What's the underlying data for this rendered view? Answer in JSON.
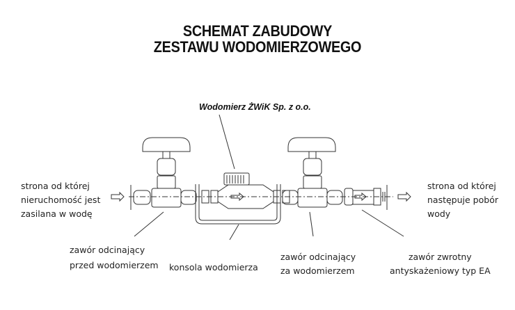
{
  "title": {
    "line1": "SCHEMAT ZABUDOWY",
    "line2": "ZESTAWU WODOMIERZOWEGO"
  },
  "meter_label": "Wodomierz ŻWiK Sp. z o.o.",
  "inlet": {
    "line1": "strona od której",
    "line2": "nieruchomość jest",
    "line3": "zasilana w wodę"
  },
  "outlet": {
    "line1": "strona od której",
    "line2": "następuje pobór",
    "line3": "wody"
  },
  "valve_before": {
    "line1": "zawór odcinający",
    "line2": "przed wodomierzem"
  },
  "console": "konsola wodomierza",
  "valve_after": {
    "line1": "zawór odcinający",
    "line2": "za wodomierzem"
  },
  "check_valve": {
    "line1": "zawór zwrotny",
    "line2": "antyskażeniowy typ EA"
  }
}
